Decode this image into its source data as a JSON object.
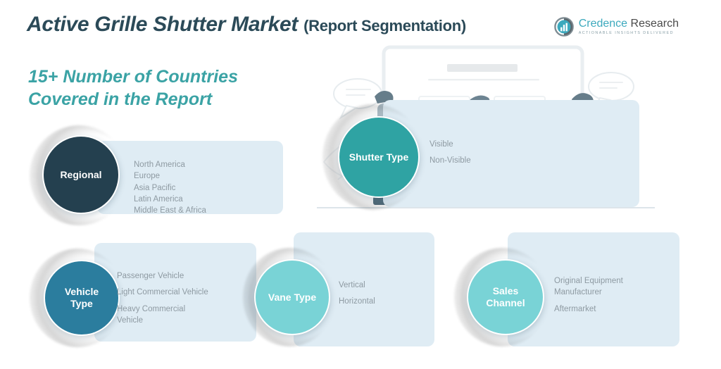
{
  "header": {
    "title_main": "Active Grille Shutter Market ",
    "title_sub": "(Report Segmentation)",
    "logo": {
      "mark": "bar-chart-circle-icon",
      "name_part1": "Credence",
      "name_part2": " Research",
      "tagline": "Actionable Insights Delivered"
    }
  },
  "highlight": {
    "text": "15+ Number of Countries\nCovered in the Report"
  },
  "colors": {
    "title": "#2b4a58",
    "highlight": "#3ba3a5",
    "panel": "#dfecf4",
    "items_text": "#8e9aa2",
    "regional_circle": "#24404f",
    "shutter_circle": "#2fa3a3",
    "vehicle_circle": "#2b7d9e",
    "vane_circle": "#79d3d6",
    "sales_circle": "#79d3d6"
  },
  "segments": [
    {
      "id": "regional",
      "label": "Regional",
      "items": [
        "North America",
        "Europe",
        "Asia Pacific",
        "Latin America",
        "Middle East & Africa"
      ]
    },
    {
      "id": "shutter-type",
      "label": "Shutter Type",
      "items": [
        "Visible",
        "Non-Visible"
      ]
    },
    {
      "id": "vehicle-type",
      "label": "Vehicle\nType",
      "items": [
        "Passenger Vehicle",
        "Light Commercial Vehicle",
        "Heavy Commercial\nVehicle"
      ]
    },
    {
      "id": "vane-type",
      "label": "Vane Type",
      "items": [
        "Vertical",
        "Horizontal"
      ]
    },
    {
      "id": "sales-channel",
      "label": "Sales\nChannel",
      "items": [
        "Original Equipment\nManufacturer",
        "Aftermarket"
      ]
    }
  ],
  "background_illustration": {
    "name": "presentation-board-with-people-illustration",
    "elements": [
      "whiteboard",
      "person-left",
      "person-right",
      "speech-bubble-left",
      "speech-bubble-right",
      "floor-line"
    ]
  }
}
